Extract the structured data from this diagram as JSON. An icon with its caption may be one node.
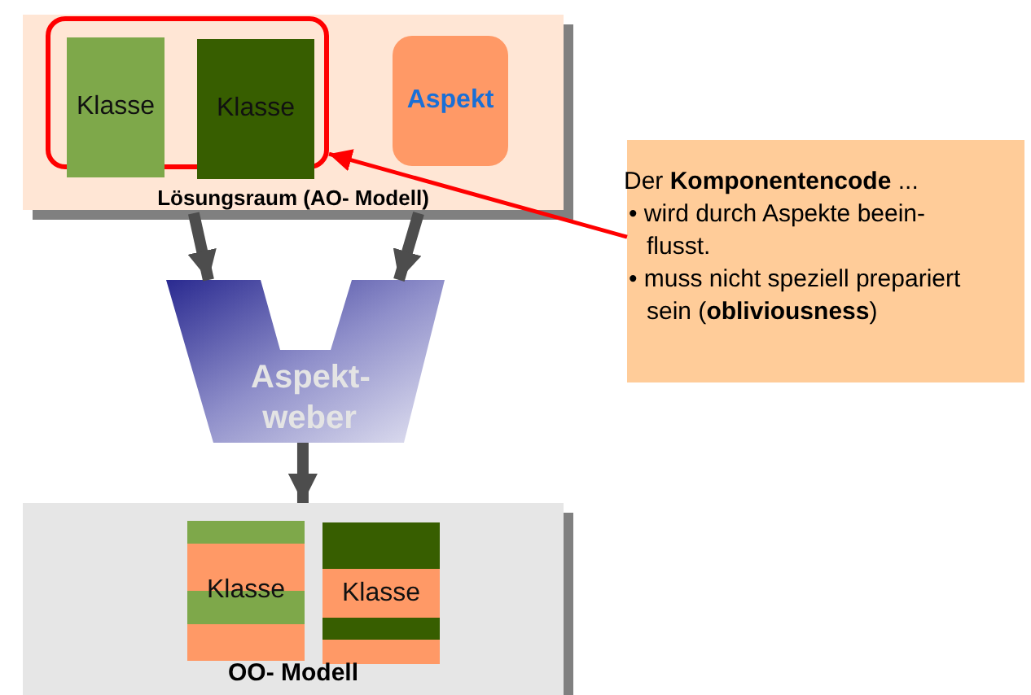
{
  "diagram": {
    "nodes": [
      {
        "text": [
          "Lösungsraum (AO- Modell)"
        ]
      },
      {
        "text": [],
        "shape": "box",
        "in": 0
      },
      {
        "text": [
          "Klasse"
        ],
        "in": 1
      },
      {
        "text": [
          "Klasse"
        ],
        "in": 1
      },
      {
        "text": [
          "Aspekt"
        ],
        "in": 0
      },
      {
        "text": [
          "Aspekt- weber"
        ]
      },
      {
        "text": [
          "OO- Modell"
        ]
      },
      {
        "text": [
          "Klasse"
        ],
        "in": 6
      },
      {
        "text": [
          "Klasse"
        ],
        "in": 6
      },
      {
        "text": [
          "Der **Komponentencode** ...",
          "• wird durch Aspekte beein- flusst.",
          "• muss nicht speziell prepariert sein (**obliviousness**)"
        ]
      }
    ],
    "edges": [
      {
        "from": 0,
        "to": 5,
        "arrow": "to"
      },
      {
        "from": 0,
        "to": 5,
        "arrow": "to"
      },
      {
        "from": 5,
        "to": 6,
        "arrow": "to"
      },
      {
        "from": 9,
        "to": 1,
        "arrow": "to",
        "color": "#ff0000"
      }
    ]
  }
}
